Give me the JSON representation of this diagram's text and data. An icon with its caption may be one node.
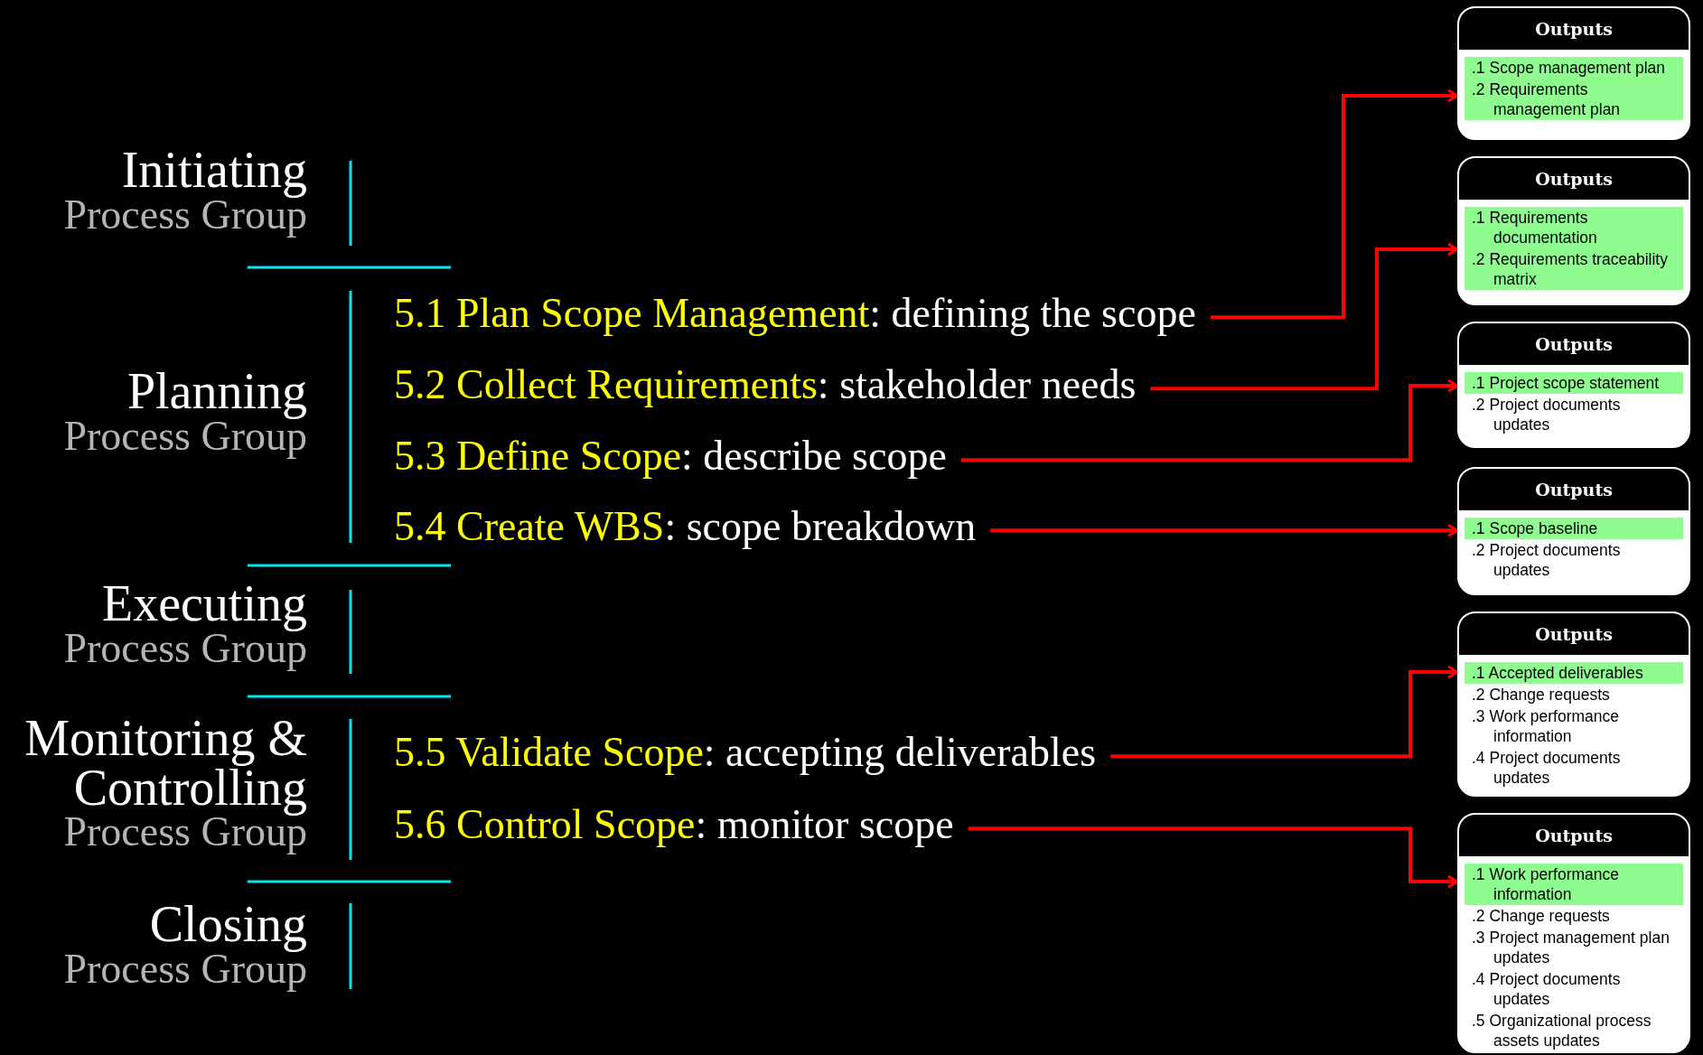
{
  "diagram": {
    "nodes": [
      {
        "text": [
          "5.1 Plan Scope Management",
          ": defining the scope"
        ]
      },
      {
        "text": [
          "5.2 Collect Requirements",
          ": stakeholder needs"
        ]
      },
      {
        "text": [
          "5.3 Define Scope",
          ": describe scope"
        ]
      },
      {
        "text": [
          "5.4 Create WBS",
          ": scope breakdown"
        ]
      },
      {
        "text": [
          "5.5 Validate Scope",
          ": accepting deliverables"
        ]
      },
      {
        "text": [
          "5.6 Control Scope",
          ": monitor scope"
        ]
      },
      {
        "text": [
          "Outputs",
          ".1 Scope management plan",
          ".2 Requirements management plan"
        ]
      },
      {
        "text": [
          "Outputs",
          ".1 Requirements documentation",
          ".2 Requirements traceability matrix"
        ]
      },
      {
        "text": [
          "Outputs",
          ".1 Project scope statement",
          ".2 Project documents updates"
        ]
      },
      {
        "text": [
          "Outputs",
          ".1 Scope baseline",
          ".2 Project documents updates"
        ]
      },
      {
        "text": [
          "Outputs",
          ".1 Accepted deliverables",
          ".2 Change requests",
          ".3 Work performance information",
          ".4 Project documents updates"
        ]
      },
      {
        "text": [
          "Outputs",
          ".1 Work performance information",
          ".2 Change requests",
          ".3 Project management plan updates",
          ".4 Project documents updates",
          ".5 Organizational process assets updates"
        ]
      }
    ],
    "edges": [
      {
        "from": 0,
        "to": 6,
        "arrow": "to"
      },
      {
        "from": 1,
        "to": 7,
        "arrow": "to"
      },
      {
        "from": 2,
        "to": 8,
        "arrow": "to"
      },
      {
        "from": 3,
        "to": 9,
        "arrow": "to"
      },
      {
        "from": 4,
        "to": 10,
        "arrow": "to"
      },
      {
        "from": 5,
        "to": 11,
        "arrow": "to"
      }
    ],
    "labels": [
      "Initiating",
      "Process Group",
      "Planning",
      "Process Group",
      "Executing",
      "Process Group",
      "Monitoring & Controlling",
      "Process Group",
      "Closing",
      "Process Group"
    ]
  }
}
